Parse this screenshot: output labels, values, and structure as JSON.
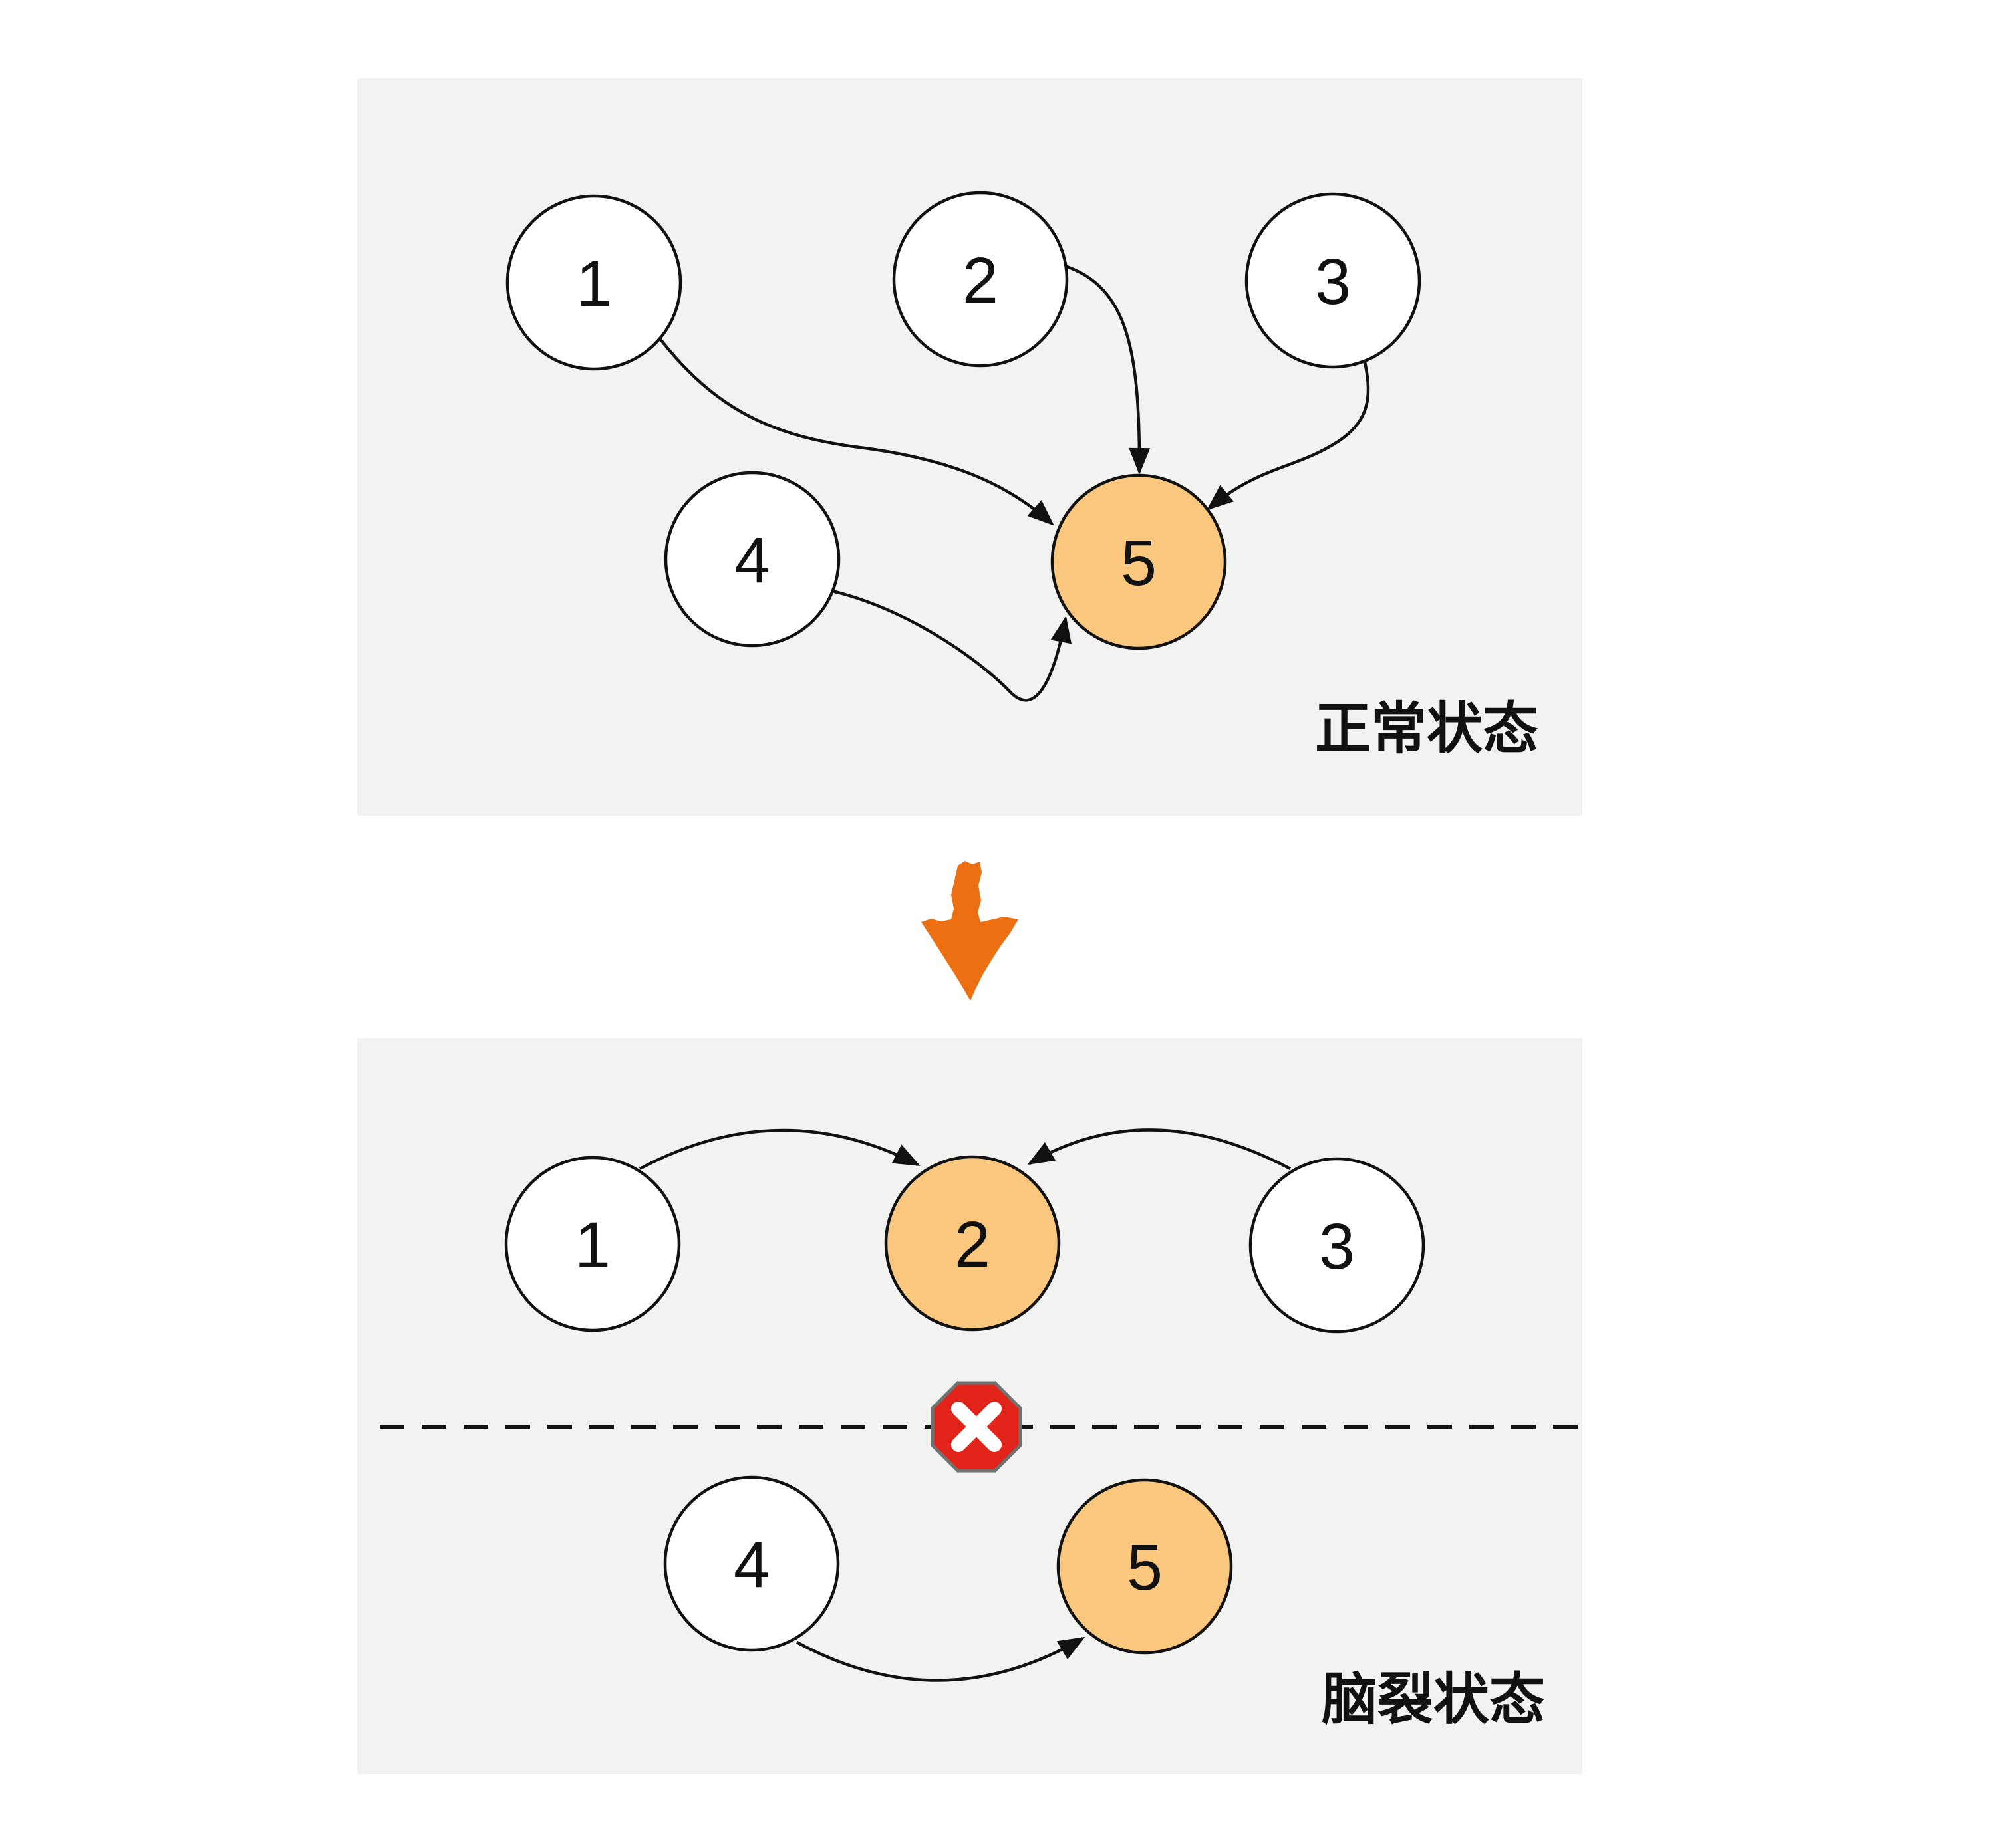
{
  "diagram_title": "leader-election-normal-vs-split-brain",
  "colors": {
    "page_background": "#FFFFFF",
    "panel_background": "#F2F2F1",
    "stroke": "#111111",
    "node_fill": "#FFFFFF",
    "node_highlight": "#F9C87E",
    "transition_arrow": "#EC6F12",
    "blocked_sign_red": "#E2231A",
    "blocked_sign_border": "#6F7271",
    "blocked_sign_x": "#FFFFFF"
  },
  "top_panel": {
    "caption": "正常状态",
    "nodes": [
      {
        "label": "1",
        "highlighted": false
      },
      {
        "label": "2",
        "highlighted": false
      },
      {
        "label": "3",
        "highlighted": false
      },
      {
        "label": "4",
        "highlighted": false
      },
      {
        "label": "5",
        "highlighted": true
      }
    ],
    "edges": [
      {
        "from": "1",
        "to": "5"
      },
      {
        "from": "2",
        "to": "5"
      },
      {
        "from": "3",
        "to": "5"
      },
      {
        "from": "4",
        "to": "5"
      }
    ]
  },
  "transition": {
    "icon": "hand-drawn-down-arrow-icon",
    "color": "#EC6F12"
  },
  "bottom_panel": {
    "caption": "脑裂状态",
    "partition": {
      "icon": "blocked-x-stop-icon",
      "line_style": "dashed"
    },
    "groups": {
      "upper": {
        "nodes": [
          {
            "label": "1",
            "highlighted": false
          },
          {
            "label": "2",
            "highlighted": true
          },
          {
            "label": "3",
            "highlighted": false
          }
        ],
        "edges": [
          {
            "from": "1",
            "to": "2"
          },
          {
            "from": "3",
            "to": "2"
          }
        ]
      },
      "lower": {
        "nodes": [
          {
            "label": "4",
            "highlighted": false
          },
          {
            "label": "5",
            "highlighted": true
          }
        ],
        "edges": [
          {
            "from": "4",
            "to": "5"
          }
        ]
      }
    }
  }
}
